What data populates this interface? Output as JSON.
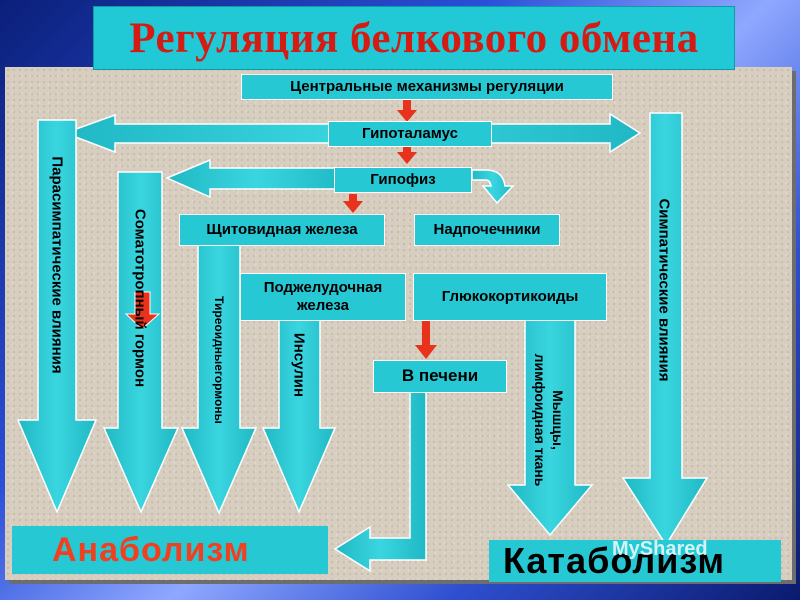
{
  "title": "Регуляция белкового обмена",
  "nodes": {
    "central": "Центральные механизмы регуляции",
    "hypothalamus": "Гипоталамус",
    "pituitary": "Гипофиз",
    "thyroid": "Щитовидная железа",
    "adrenals": "Надпочечники",
    "pancreas": "Поджелудочная железа",
    "glucocorticoids": "Глюкокортикоиды",
    "liver": "В печени"
  },
  "vertical_labels": {
    "parasympathetic": "Парасимпатические влияния",
    "somatotropic": "Соматотропный гормон",
    "thyroid_hormones": "Тиреоидныегормоны",
    "insulin": "Инсулин",
    "muscles": [
      "Мышцы,",
      "лимфоидная ткань"
    ],
    "sympathetic": "Симпатические влияния"
  },
  "outcomes": {
    "anabolism": "Анаболизм",
    "catabolism": "Катаболизм"
  },
  "watermark": "MyShared",
  "colors": {
    "shape_fill": "#26c8d4",
    "title_text": "#d41b14",
    "accent_arrow": "#e8321c",
    "outcome_anabolism_text": "#f04020"
  }
}
